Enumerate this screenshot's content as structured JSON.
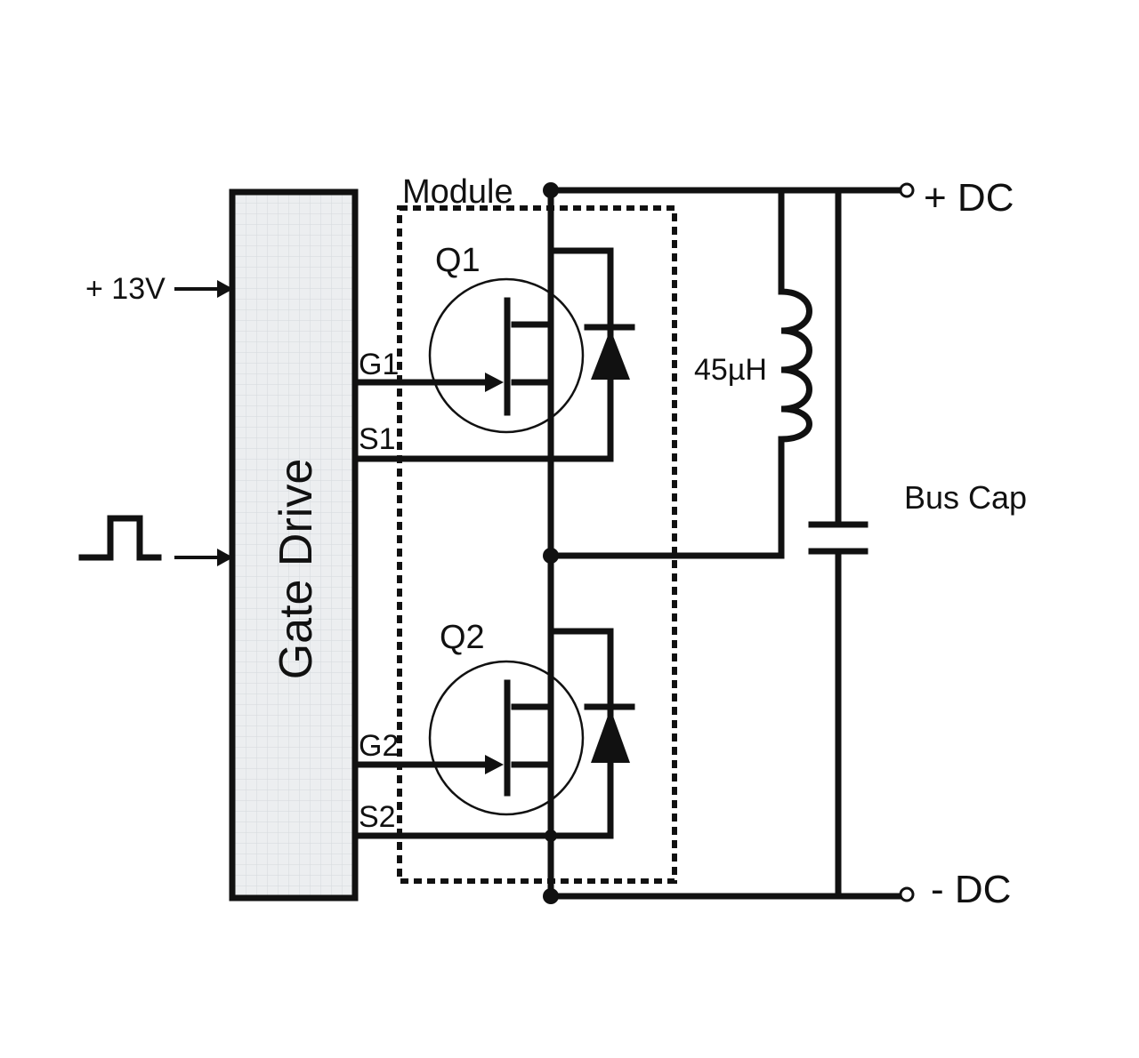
{
  "colors": {
    "ink": "#111111",
    "gate_drive_fill": "#eceef0",
    "grid": "#d4d8dc",
    "background": "#ffffff"
  },
  "labels": {
    "module": "Module",
    "q1": "Q1",
    "q2": "Q2",
    "g1": "G1",
    "s1": "S1",
    "g2": "G2",
    "s2": "S2",
    "plus_13v": "+ 13V",
    "gate_drive": "Gate Drive",
    "inductor": "45µH",
    "bus_cap": "Bus Cap",
    "plus_dc": "+ DC",
    "minus_dc": "- DC"
  },
  "icons": {
    "pulse_input": "square-pulse-icon",
    "mosfet": "n-channel-mosfet-icon",
    "diode": "diode-icon",
    "inductor": "inductor-coil-icon",
    "capacitor": "capacitor-icon",
    "terminal": "open-terminal-icon"
  }
}
